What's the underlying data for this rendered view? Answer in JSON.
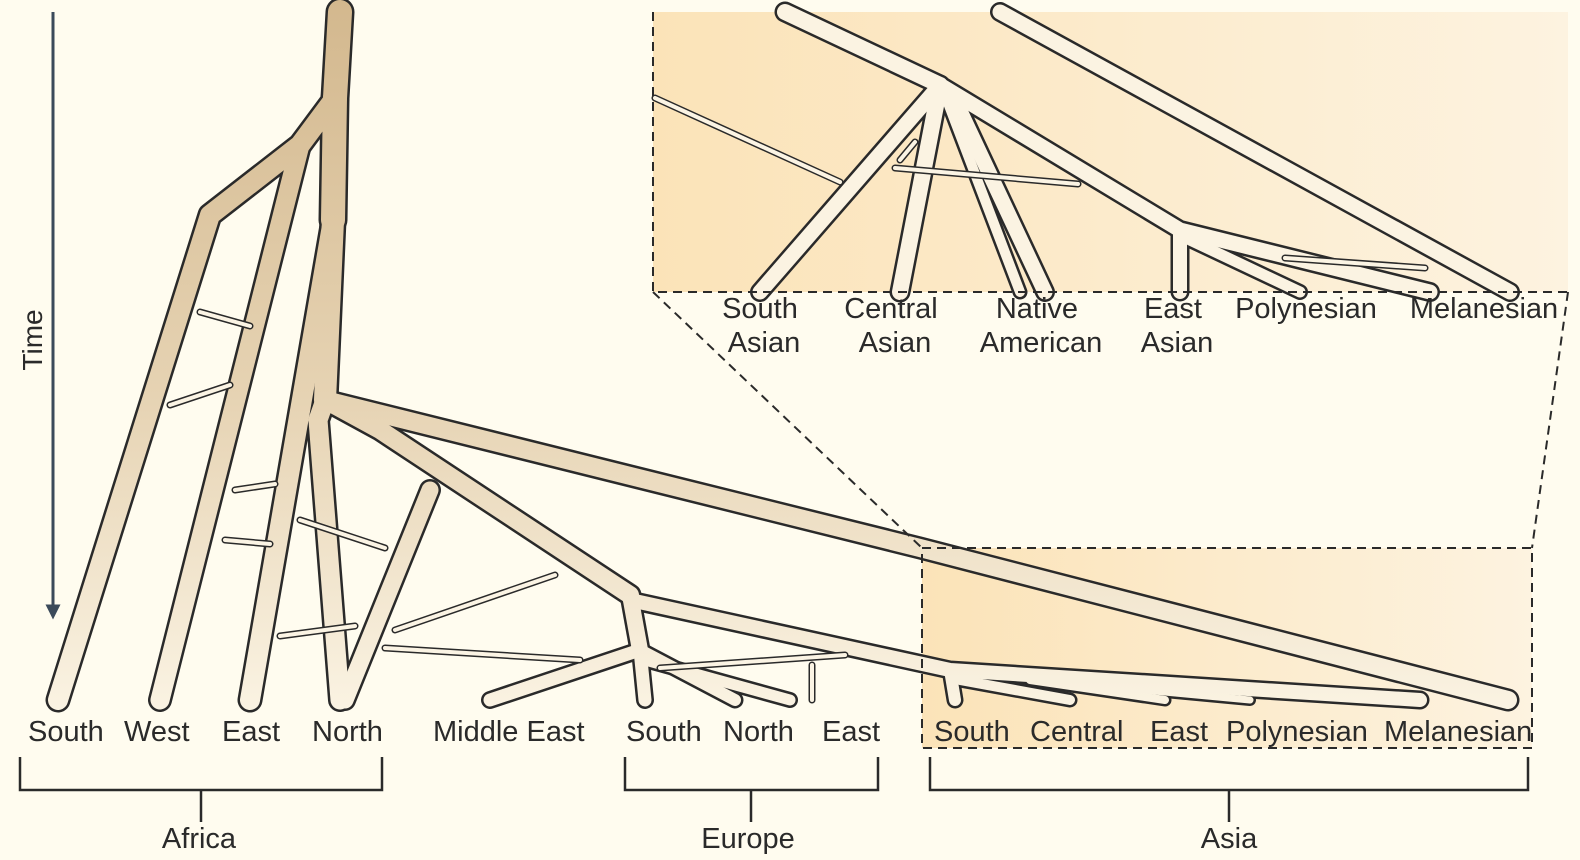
{
  "axis": {
    "label": "Time",
    "color": "#3b4a5a"
  },
  "colors": {
    "background": "#fffcef",
    "inset_fill": "#fbe7c2",
    "branch_dark": "#d9c19c",
    "branch_light": "#fbf4e4",
    "outline": "#2a2a2a"
  },
  "populations": {
    "africa": [
      "South",
      "West",
      "East",
      "North"
    ],
    "middle_east": [
      "Middle East"
    ],
    "europe": [
      "South",
      "North",
      "East"
    ],
    "asia": [
      "South",
      "Central",
      "East",
      "Polynesian",
      "Melanesian"
    ]
  },
  "groups": {
    "africa": "Africa",
    "europe": "Europe",
    "asia": "Asia"
  },
  "inset": {
    "labels": [
      {
        "line1": "South",
        "line2": "Asian"
      },
      {
        "line1": "Central",
        "line2": "Asian"
      },
      {
        "line1": "Native",
        "line2": "American"
      },
      {
        "line1": "East",
        "line2": "Asian"
      },
      {
        "line1": "Polynesian",
        "line2": ""
      },
      {
        "line1": "Melanesian",
        "line2": ""
      }
    ]
  }
}
